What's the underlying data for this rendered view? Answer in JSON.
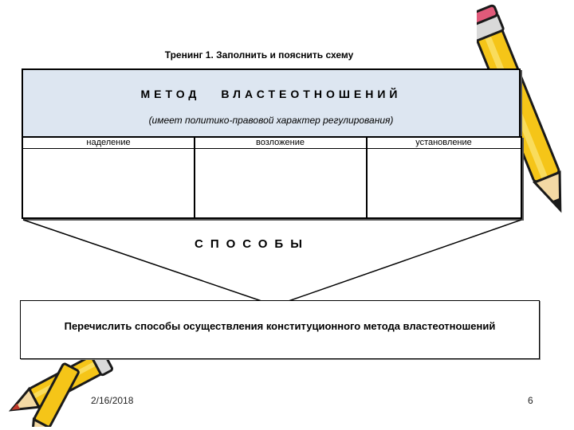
{
  "slide": {
    "title": "Тренинг 1. Заполнить и пояснить схему",
    "method": {
      "word1": "МЕТОД",
      "word2": "ВЛАСТЕОТНОШЕНИЙ",
      "subtitle": "(имеет политико-правовой характер регулирования)"
    },
    "columns": [
      {
        "label": "наделение"
      },
      {
        "label": "возложение"
      },
      {
        "label": "установление"
      }
    ],
    "methods_label": "СПОСОБЫ",
    "task": "Перечислить способы осуществления конституционного метода властеотношений",
    "footer": {
      "date": "2/16/2018",
      "page": "6"
    }
  },
  "decorations": {
    "pencil_icon_count": 2,
    "pencil_colors": {
      "body": "#f5c518",
      "outline": "#1a1a1a",
      "tip": "#c0392b"
    }
  }
}
